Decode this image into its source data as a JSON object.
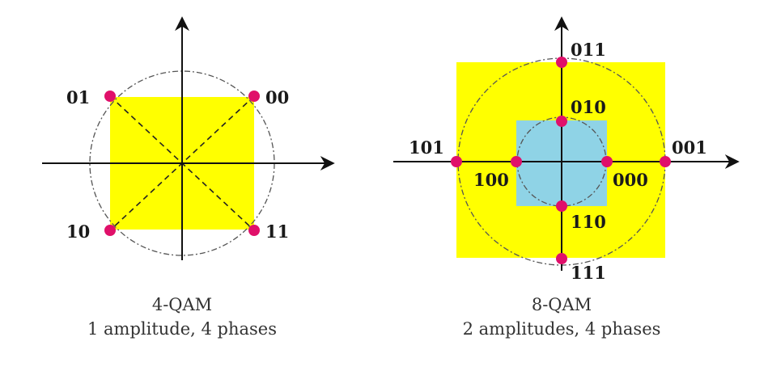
{
  "diagrams": [
    {
      "title": "4-QAM",
      "subtitle": "1 amplitude, 4 phases",
      "points": [
        {
          "label": "01"
        },
        {
          "label": "00"
        },
        {
          "label": "10"
        },
        {
          "label": "11"
        }
      ]
    },
    {
      "title": "8-QAM",
      "subtitle": "2 amplitudes, 4 phases",
      "points": [
        {
          "label": "011"
        },
        {
          "label": "010"
        },
        {
          "label": "101"
        },
        {
          "label": "001"
        },
        {
          "label": "100"
        },
        {
          "label": "000"
        },
        {
          "label": "110"
        },
        {
          "label": "111"
        }
      ]
    }
  ],
  "colors": {
    "outer_square": "#ffff00",
    "inner_square": "#8fd3e6",
    "point": "#e0106a",
    "axis": "#111111"
  }
}
